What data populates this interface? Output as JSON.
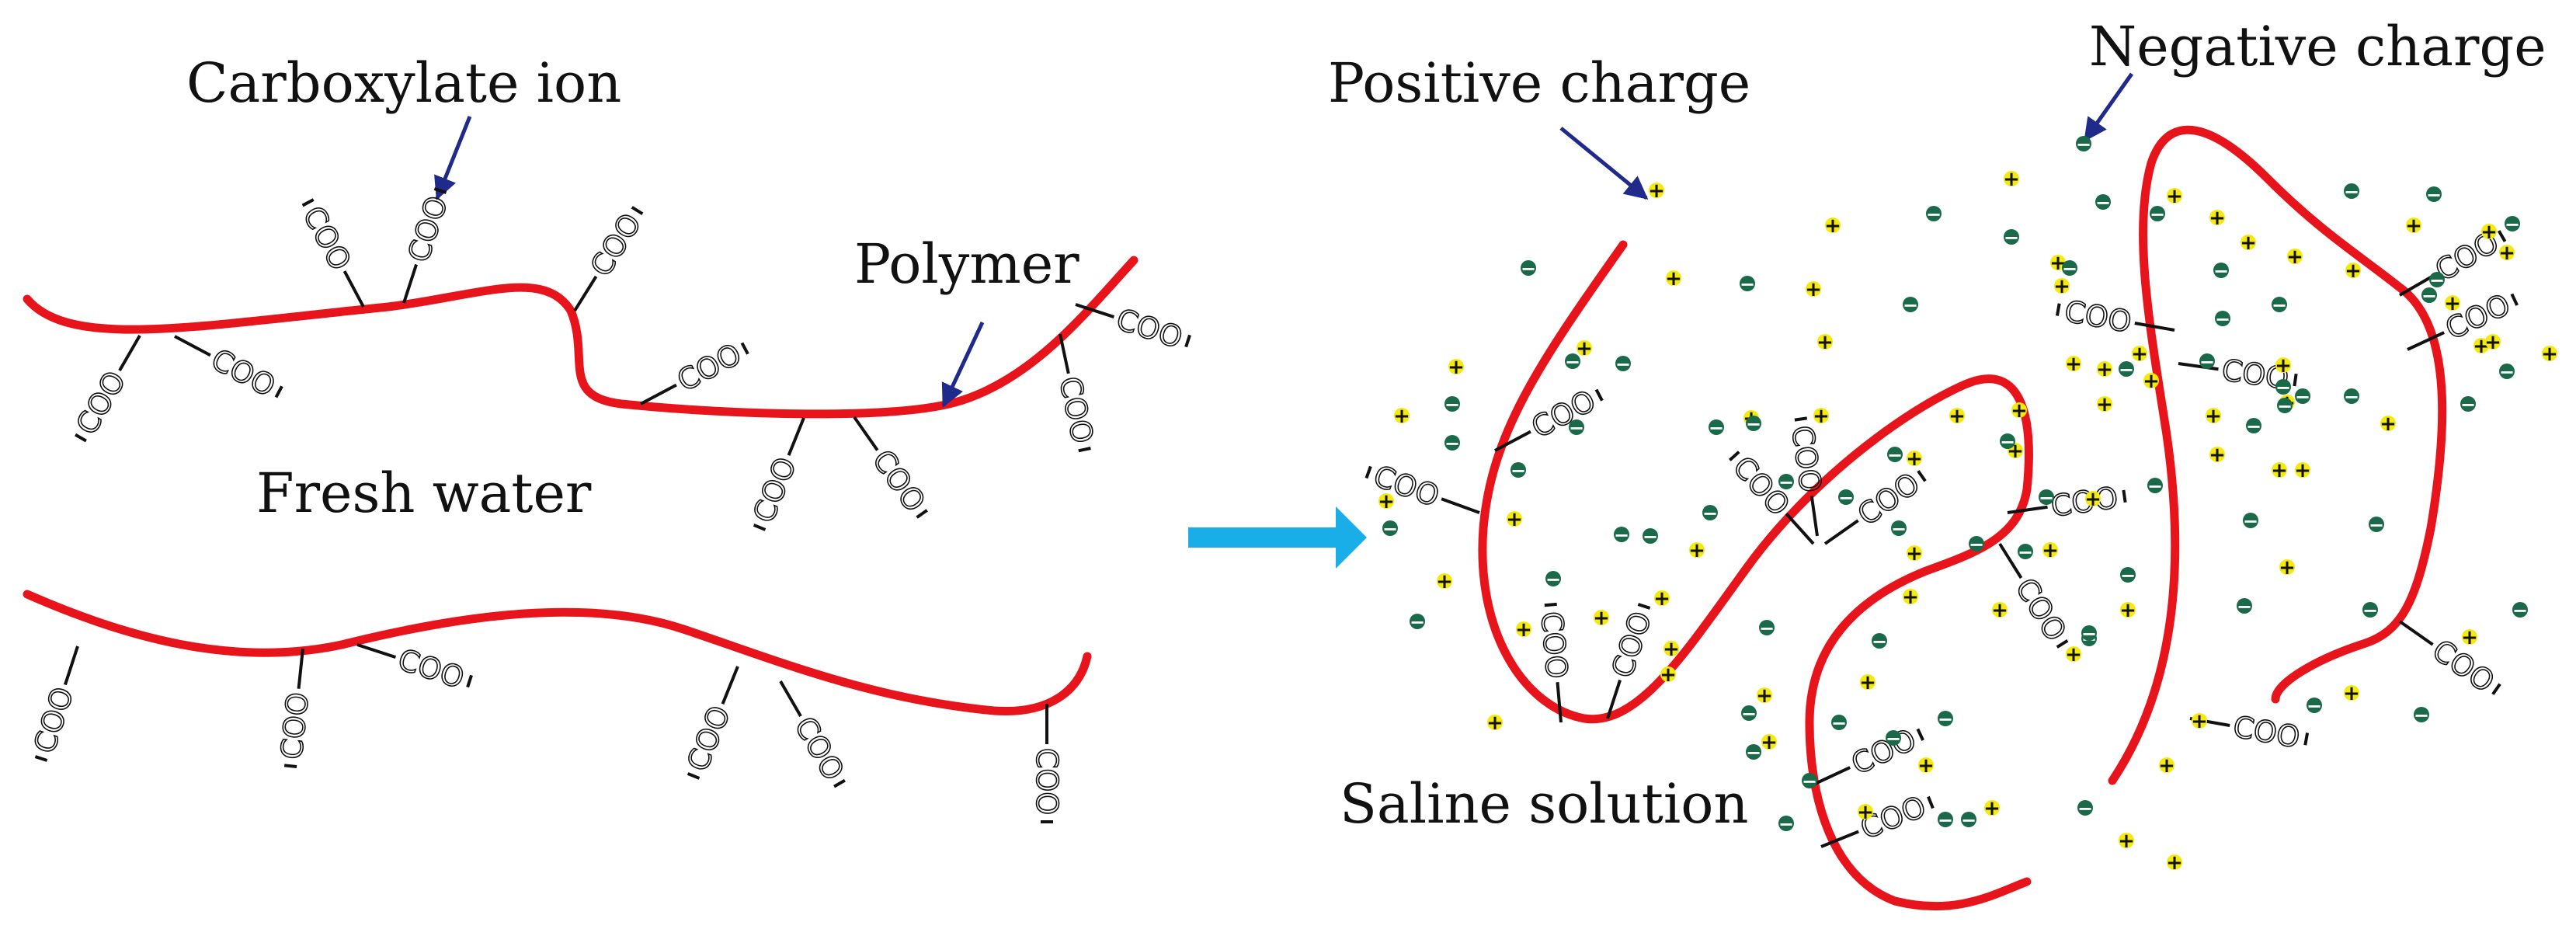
{
  "labels": {
    "carboxylate_ion": "Carboxylate ion",
    "polymer": "Polymer",
    "fresh_water": "Fresh water",
    "positive_charge": "Positive charge",
    "negative_charge": "Negative charge",
    "saline_solution": "Saline solution"
  },
  "group_text": "COO",
  "ion_symbols": {
    "positive": "+",
    "negative": "−"
  },
  "colors": {
    "polymer": "#e8141c",
    "process_arrow": "#19aee8",
    "pointer": "#1f2a8a",
    "positive_ion": "#f5ea10",
    "negative_ion": "#1a6a4a",
    "text": "#111111"
  }
}
